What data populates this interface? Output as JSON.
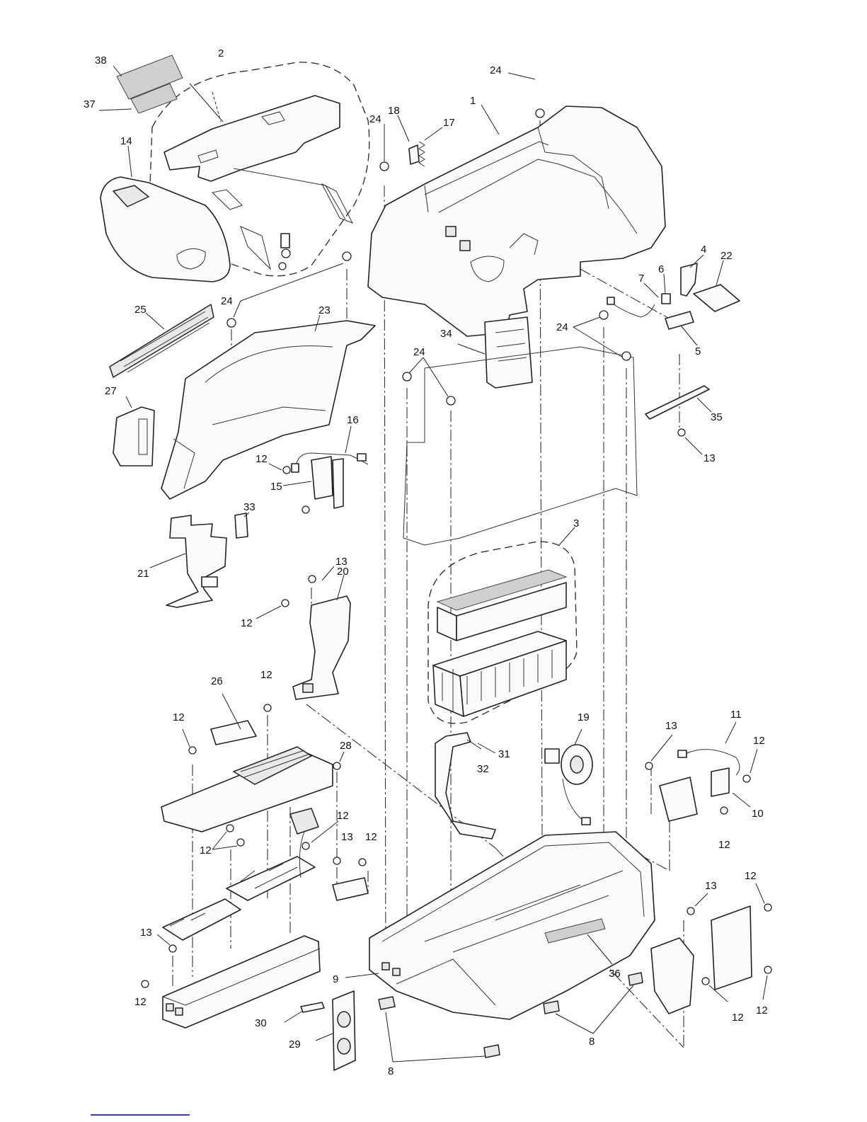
{
  "diagram": {
    "callouts": [
      "38",
      "2",
      "24",
      "37",
      "1",
      "18",
      "24",
      "17",
      "14",
      "4",
      "22",
      "7",
      "6",
      "24",
      "25",
      "23",
      "5",
      "24",
      "34",
      "24",
      "27",
      "35",
      "16",
      "12",
      "13",
      "15",
      "33",
      "3",
      "13",
      "21",
      "20",
      "12",
      "12",
      "26",
      "12",
      "28",
      "19",
      "13",
      "11",
      "31",
      "32",
      "12",
      "12",
      "10",
      "12",
      "12",
      "13",
      "12",
      "13",
      "12",
      "13",
      "12",
      "36",
      "9",
      "12",
      "12",
      "30",
      "8",
      "29",
      "8"
    ],
    "colors": {
      "line": "#222222",
      "paper": "#ffffff",
      "shade": "#cfcfcf",
      "footer_link": "#2b3fd6"
    }
  }
}
